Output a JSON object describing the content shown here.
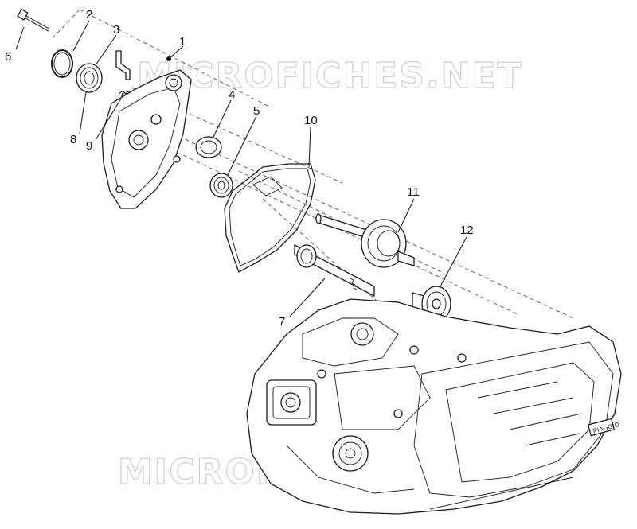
{
  "watermark": {
    "top": "MICROFICHES.NET",
    "bottom": "MICROFICHES.NET"
  },
  "engine_badge": "PIAGGIO",
  "callouts": [
    {
      "id": "1",
      "label": "1"
    },
    {
      "id": "2",
      "label": "2"
    },
    {
      "id": "3",
      "label": "3"
    },
    {
      "id": "4",
      "label": "4"
    },
    {
      "id": "5",
      "label": "5"
    },
    {
      "id": "6",
      "label": "6"
    },
    {
      "id": "7",
      "label": "7"
    },
    {
      "id": "8",
      "label": "8"
    },
    {
      "id": "9",
      "label": "9"
    },
    {
      "id": "10",
      "label": "10"
    },
    {
      "id": "11",
      "label": "11"
    },
    {
      "id": "12",
      "label": "12"
    }
  ]
}
